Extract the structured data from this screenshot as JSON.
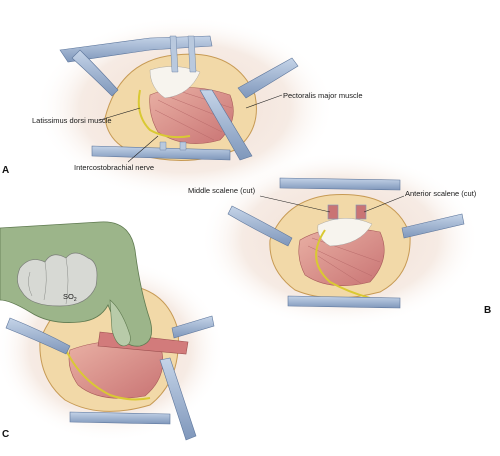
{
  "panels": {
    "a": {
      "letter": "A",
      "labels": {
        "pectoralis": "Pectoralis major muscle",
        "latissimus": "Latissimus dorsi muscle",
        "intercostobrachial": "Intercostobrachial nerve"
      }
    },
    "b": {
      "letter": "B",
      "labels": {
        "middle_scalene": "Middle scalene (cut)",
        "anterior_scalene": "Anterior scalene (cut)"
      }
    },
    "c": {
      "letter": "C",
      "labels": {
        "so": "SO",
        "so_sub": "2"
      }
    }
  },
  "colors": {
    "skin_halo": "#f3e6dd",
    "retractor": "#9fb6d4",
    "retractor_dark": "#6f88ad",
    "muscle": "#d98c8c",
    "muscle_light": "#e8b3a8",
    "fat": "#e6c86a",
    "nerve": "#e0d23a",
    "glove": "#9cb58a",
    "glove_dark": "#6f8f5e"
  }
}
